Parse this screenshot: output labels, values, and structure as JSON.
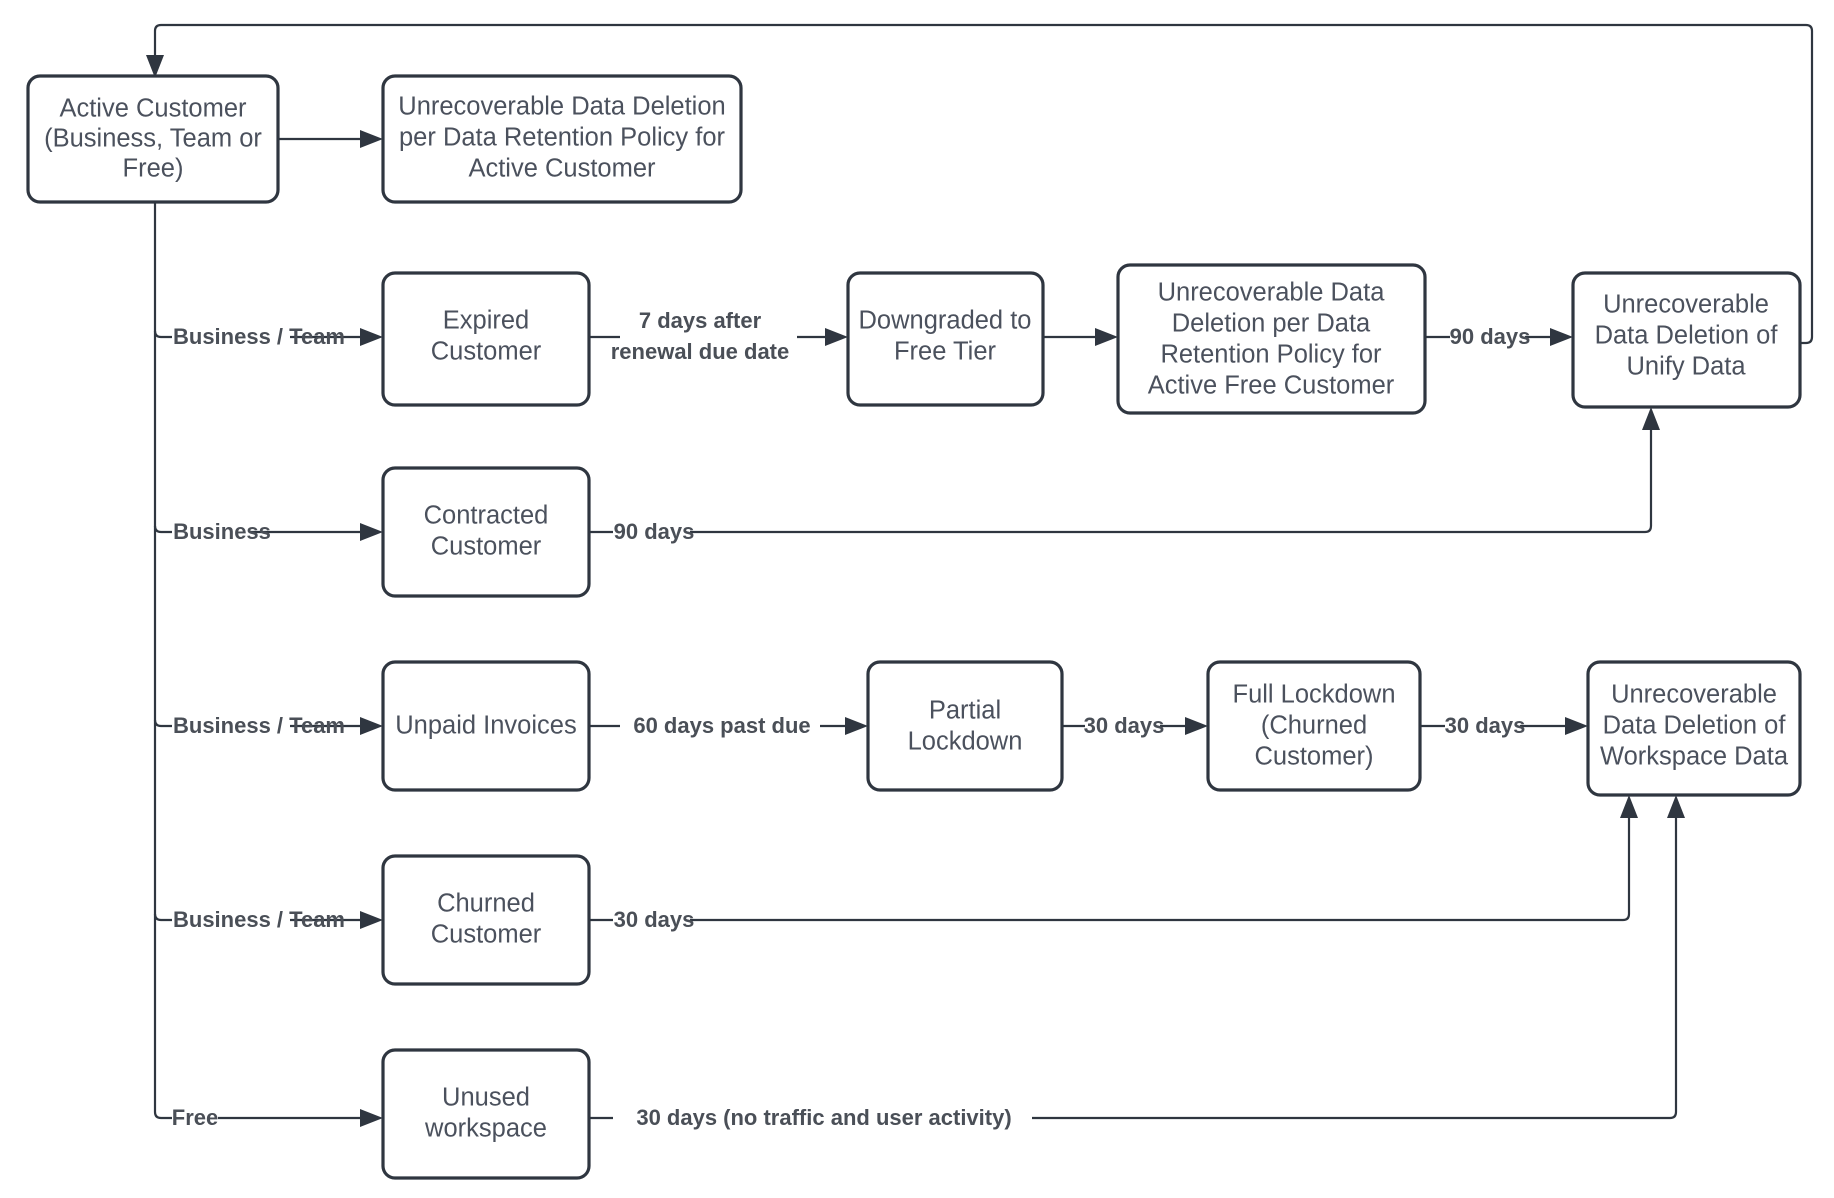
{
  "diagram": {
    "title": "Customer Lifecycle Data Retention and Deletion Flow",
    "type": "flowchart",
    "direction": "left-to-right",
    "colors": {
      "background": "#ffffff",
      "node_border": "#2f3640",
      "node_fill": "#ffffff",
      "node_text": "#4b515d",
      "edge_line": "#2f3640",
      "edge_label_text": "#4a4f57"
    },
    "nodes": [
      {
        "id": "active-customer",
        "lines": [
          "Active Customer",
          "(Business, Team or",
          "Free)"
        ]
      },
      {
        "id": "unrecoverable-active",
        "lines": [
          "Unrecoverable Data Deletion",
          "per Data Retention Policy for",
          "Active Customer"
        ]
      },
      {
        "id": "expired-customer",
        "lines": [
          "Expired",
          "Customer"
        ]
      },
      {
        "id": "downgraded-free-tier",
        "lines": [
          "Downgraded to",
          "Free Tier"
        ]
      },
      {
        "id": "unrecoverable-active-free",
        "lines": [
          "Unrecoverable Data",
          "Deletion per Data",
          "Retention Policy for",
          "Active Free Customer"
        ]
      },
      {
        "id": "unrecoverable-unify",
        "lines": [
          "Unrecoverable",
          "Data Deletion of",
          "Unify Data"
        ]
      },
      {
        "id": "contracted-customer",
        "lines": [
          "Contracted",
          "Customer"
        ]
      },
      {
        "id": "unpaid-invoices",
        "lines": [
          "Unpaid Invoices"
        ]
      },
      {
        "id": "partial-lockdown",
        "lines": [
          "Partial",
          "Lockdown"
        ]
      },
      {
        "id": "full-lockdown",
        "lines": [
          "Full Lockdown",
          "(Churned",
          "Customer)"
        ]
      },
      {
        "id": "unrecoverable-workspace",
        "lines": [
          "Unrecoverable",
          "Data Deletion of",
          "Workspace Data"
        ]
      },
      {
        "id": "churned-customer",
        "lines": [
          "Churned",
          "Customer"
        ]
      },
      {
        "id": "unused-workspace",
        "lines": [
          "Unused",
          "workspace"
        ]
      }
    ],
    "edge_labels": {
      "branch_business_team_expired": "Business / Team",
      "branch_business_contracted": "Business",
      "branch_business_team_unpaid": "Business / Team",
      "branch_business_team_churned": "Business / Team",
      "branch_free_unused": "Free",
      "expired_to_downgraded_l1": "7 days after",
      "expired_to_downgraded_l2": "renewal due date",
      "freecust_to_unify": "90 days",
      "contracted_to_unify": "90 days",
      "unpaid_to_partial": "60 days past due",
      "partial_to_full": "30 days",
      "full_to_workspace": "30 days",
      "churned_to_workspace": "30 days",
      "unused_to_workspace": "30 days (no traffic and user activity)"
    }
  }
}
